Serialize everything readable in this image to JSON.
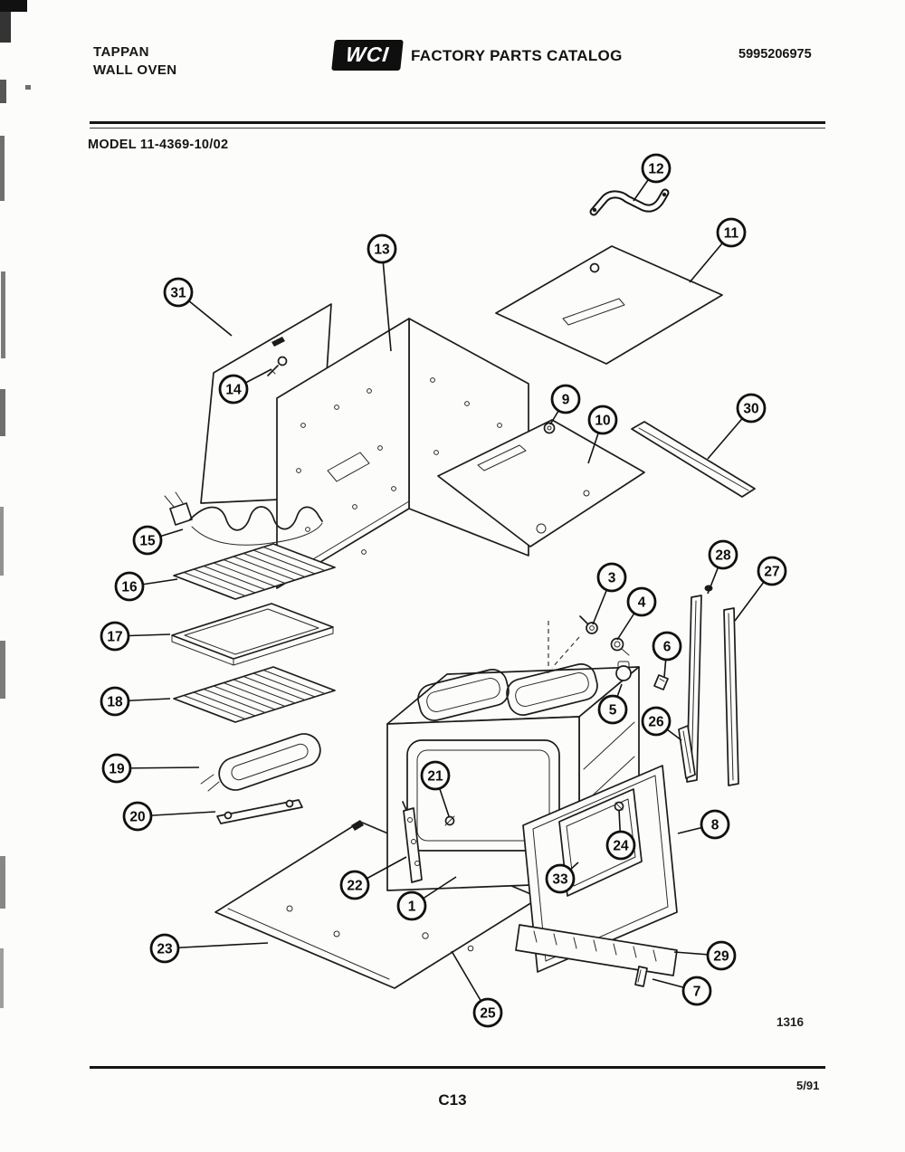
{
  "header": {
    "brand_line1": "TAPPAN",
    "brand_line2": "WALL OVEN",
    "logo_text": "WCI",
    "catalog_title": "FACTORY PARTS CATALOG",
    "document_number": "5995206975"
  },
  "model_line": "MODEL 11-4369-10/02",
  "diagram": {
    "callouts": [
      {
        "label": "12"
      },
      {
        "label": "11"
      },
      {
        "label": "13"
      },
      {
        "label": "31"
      },
      {
        "label": "14"
      },
      {
        "label": "9"
      },
      {
        "label": "10"
      },
      {
        "label": "30"
      },
      {
        "label": "15"
      },
      {
        "label": "16"
      },
      {
        "label": "28"
      },
      {
        "label": "27"
      },
      {
        "label": "3"
      },
      {
        "label": "4"
      },
      {
        "label": "17"
      },
      {
        "label": "6"
      },
      {
        "label": "5"
      },
      {
        "label": "18"
      },
      {
        "label": "26"
      },
      {
        "label": "19"
      },
      {
        "label": "21"
      },
      {
        "label": "20"
      },
      {
        "label": "8"
      },
      {
        "label": "24"
      },
      {
        "label": "22"
      },
      {
        "label": "33"
      },
      {
        "label": "1"
      },
      {
        "label": "23"
      },
      {
        "label": "29"
      },
      {
        "label": "7"
      },
      {
        "label": "25"
      }
    ]
  },
  "footer": {
    "figure_code": "1316",
    "page_code": "C13",
    "date_code": "5/91"
  }
}
